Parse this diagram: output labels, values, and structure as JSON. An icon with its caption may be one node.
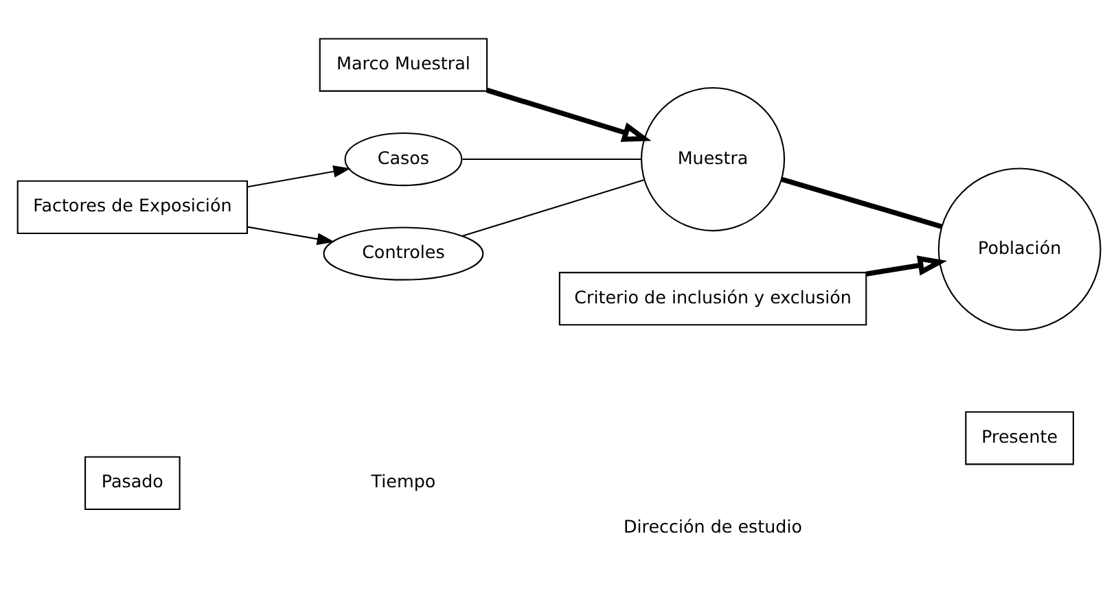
{
  "diagram": {
    "nodes": [
      {
        "text": [
          "Pasado"
        ]
      },
      {
        "text": [
          "Presente"
        ]
      },
      {
        "text": [
          "Marco Muestral"
        ]
      },
      {
        "text": [
          "Factores de Exposición"
        ]
      },
      {
        "text": [
          "Casos"
        ]
      },
      {
        "text": [
          "Controles"
        ]
      },
      {
        "text": [
          "Muestra"
        ]
      },
      {
        "text": [
          "Población"
        ]
      },
      {
        "text": [
          "Criterio de inclusión y exclusión"
        ]
      }
    ],
    "edges": [
      {
        "from": 3,
        "to": 4,
        "arrow": "to"
      },
      {
        "from": 3,
        "to": 5,
        "arrow": "to"
      },
      {
        "from": 4,
        "to": 6,
        "arrow": "none"
      },
      {
        "from": 5,
        "to": 6,
        "arrow": "none"
      },
      {
        "from": 6,
        "to": 7,
        "arrow": "none",
        "style": "thick"
      },
      {
        "from": 2,
        "to": 6,
        "arrow": "to",
        "style": "thick"
      },
      {
        "from": 8,
        "to": 7,
        "arrow": "to",
        "style": "thick"
      }
    ],
    "labels": [
      "Tiempo",
      "Dirección de estudio"
    ]
  }
}
